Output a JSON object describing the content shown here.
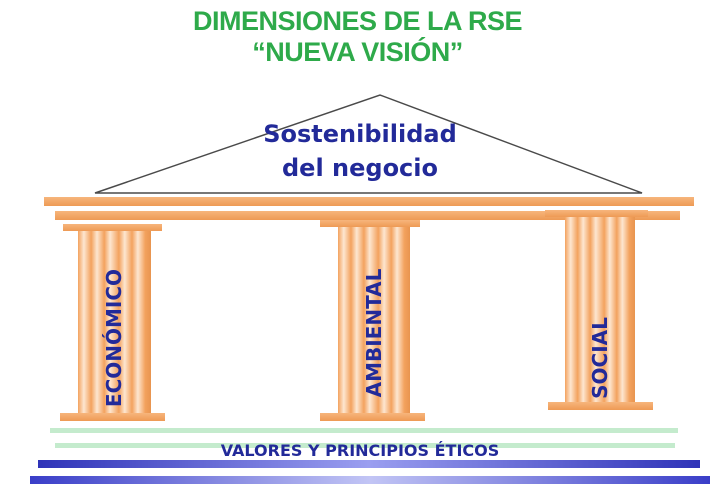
{
  "title": {
    "line1": "DIMENSIONES  DE LA RSE",
    "line2": "“NUEVA VISIÓN”"
  },
  "roof": {
    "line1": "Sostenibilidad",
    "line2": "del negocio"
  },
  "pillars": [
    {
      "label": "ECONÓMICO"
    },
    {
      "label": "AMBIENTAL"
    },
    {
      "label": "SOCIAL"
    }
  ],
  "base": {
    "label": "VALORES Y PRINCIPIOS ÉTICOS"
  },
  "colors": {
    "title": "#2eaa4a",
    "text_blue": "#222a99",
    "column_orange": "#f2a463",
    "column_light": "#fce3cc",
    "roof_outline": "#4a4a4a",
    "step_green": "#c8ecd0",
    "step_blue_dark": "#3b3fc4",
    "step_blue_light": "#8e92e6"
  }
}
